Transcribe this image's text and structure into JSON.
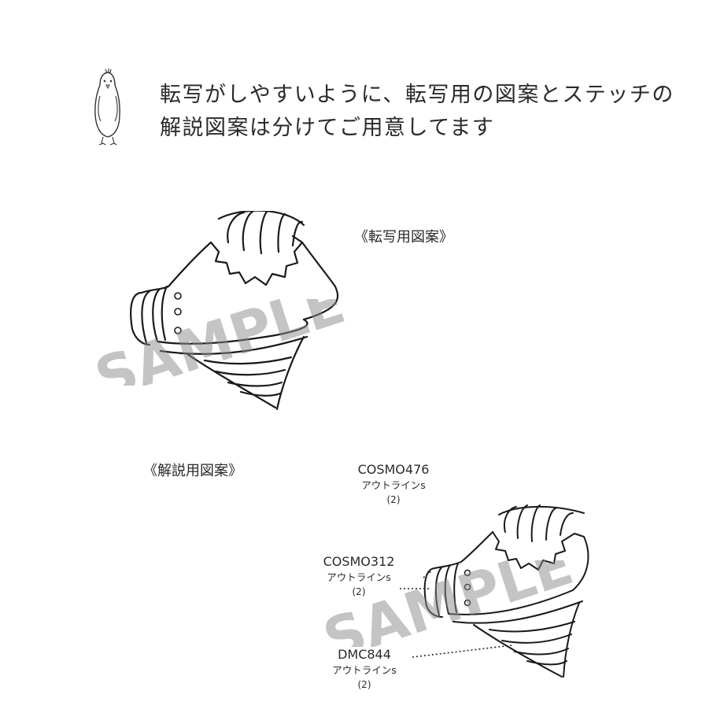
{
  "intro": {
    "line1": "転写がしやすいように、転写用の図案とステッチの",
    "line2": "解説図案は分けてご用意してます"
  },
  "transfer_section": {
    "title": "《転写用図案》"
  },
  "guide_section": {
    "title": "《解説用図案》"
  },
  "watermark": {
    "text": "SAMPLE",
    "color": "#8a8a8a"
  },
  "stitch_labels": [
    {
      "code": "COSMO476",
      "stitch": "アウトラインs",
      "strands": "(2)"
    },
    {
      "code": "COSMO312",
      "stitch": "アウトラインs",
      "strands": "(2)"
    },
    {
      "code": "DMC844",
      "stitch": "アウトラインs",
      "strands": "(2)"
    }
  ],
  "icons": {
    "mascot": "penguin-bird-icon"
  }
}
